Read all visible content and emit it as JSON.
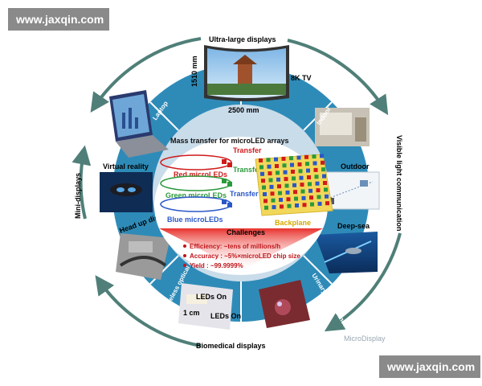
{
  "watermark": {
    "top": "www.jaxqin.com",
    "bottom": "www.jaxqin.com",
    "credit": "MicroDisplay"
  },
  "outer_labels": {
    "top": "Ultra-large displays",
    "right": "Visible light communication",
    "bottom": "Biomedical displays",
    "left": "Mini-displays"
  },
  "tv": {
    "height": "1510 mm",
    "width": "2500 mm",
    "label": "8K TV"
  },
  "segments": {
    "laptop": "Laptop",
    "indoor": "Indoor",
    "outdoor": "Outdoor",
    "deep_sea": "Deep-sea",
    "bladder": "Urinary bladder measurement",
    "wireless": "Wireless optical stimulator",
    "head_up": "Head up display",
    "vr": "Virtual reality"
  },
  "hub": {
    "title": "Mass transfer for  microLED  arrays",
    "red": "Red microLEDs",
    "green": "Green microLEDs",
    "blue": "Blue microLEDs",
    "transfer": "Transfer",
    "backplane": "Backplane",
    "challenges_title": "Challenges",
    "challenges": [
      "Efficiency: ~tens of millions/h",
      "Accuracy : ~5%×microLED chip size",
      "Yield : ~99.9999%"
    ]
  },
  "photo_text": {
    "leds_on_1": "LEDs On",
    "leds_on_2": "LEDs On",
    "scale": "1 cm"
  },
  "colors": {
    "ring": "#2e8bb8",
    "inner_ring": "#c9dcea",
    "challenge_red": "#c0161b",
    "arrow": "#4f7f78"
  }
}
